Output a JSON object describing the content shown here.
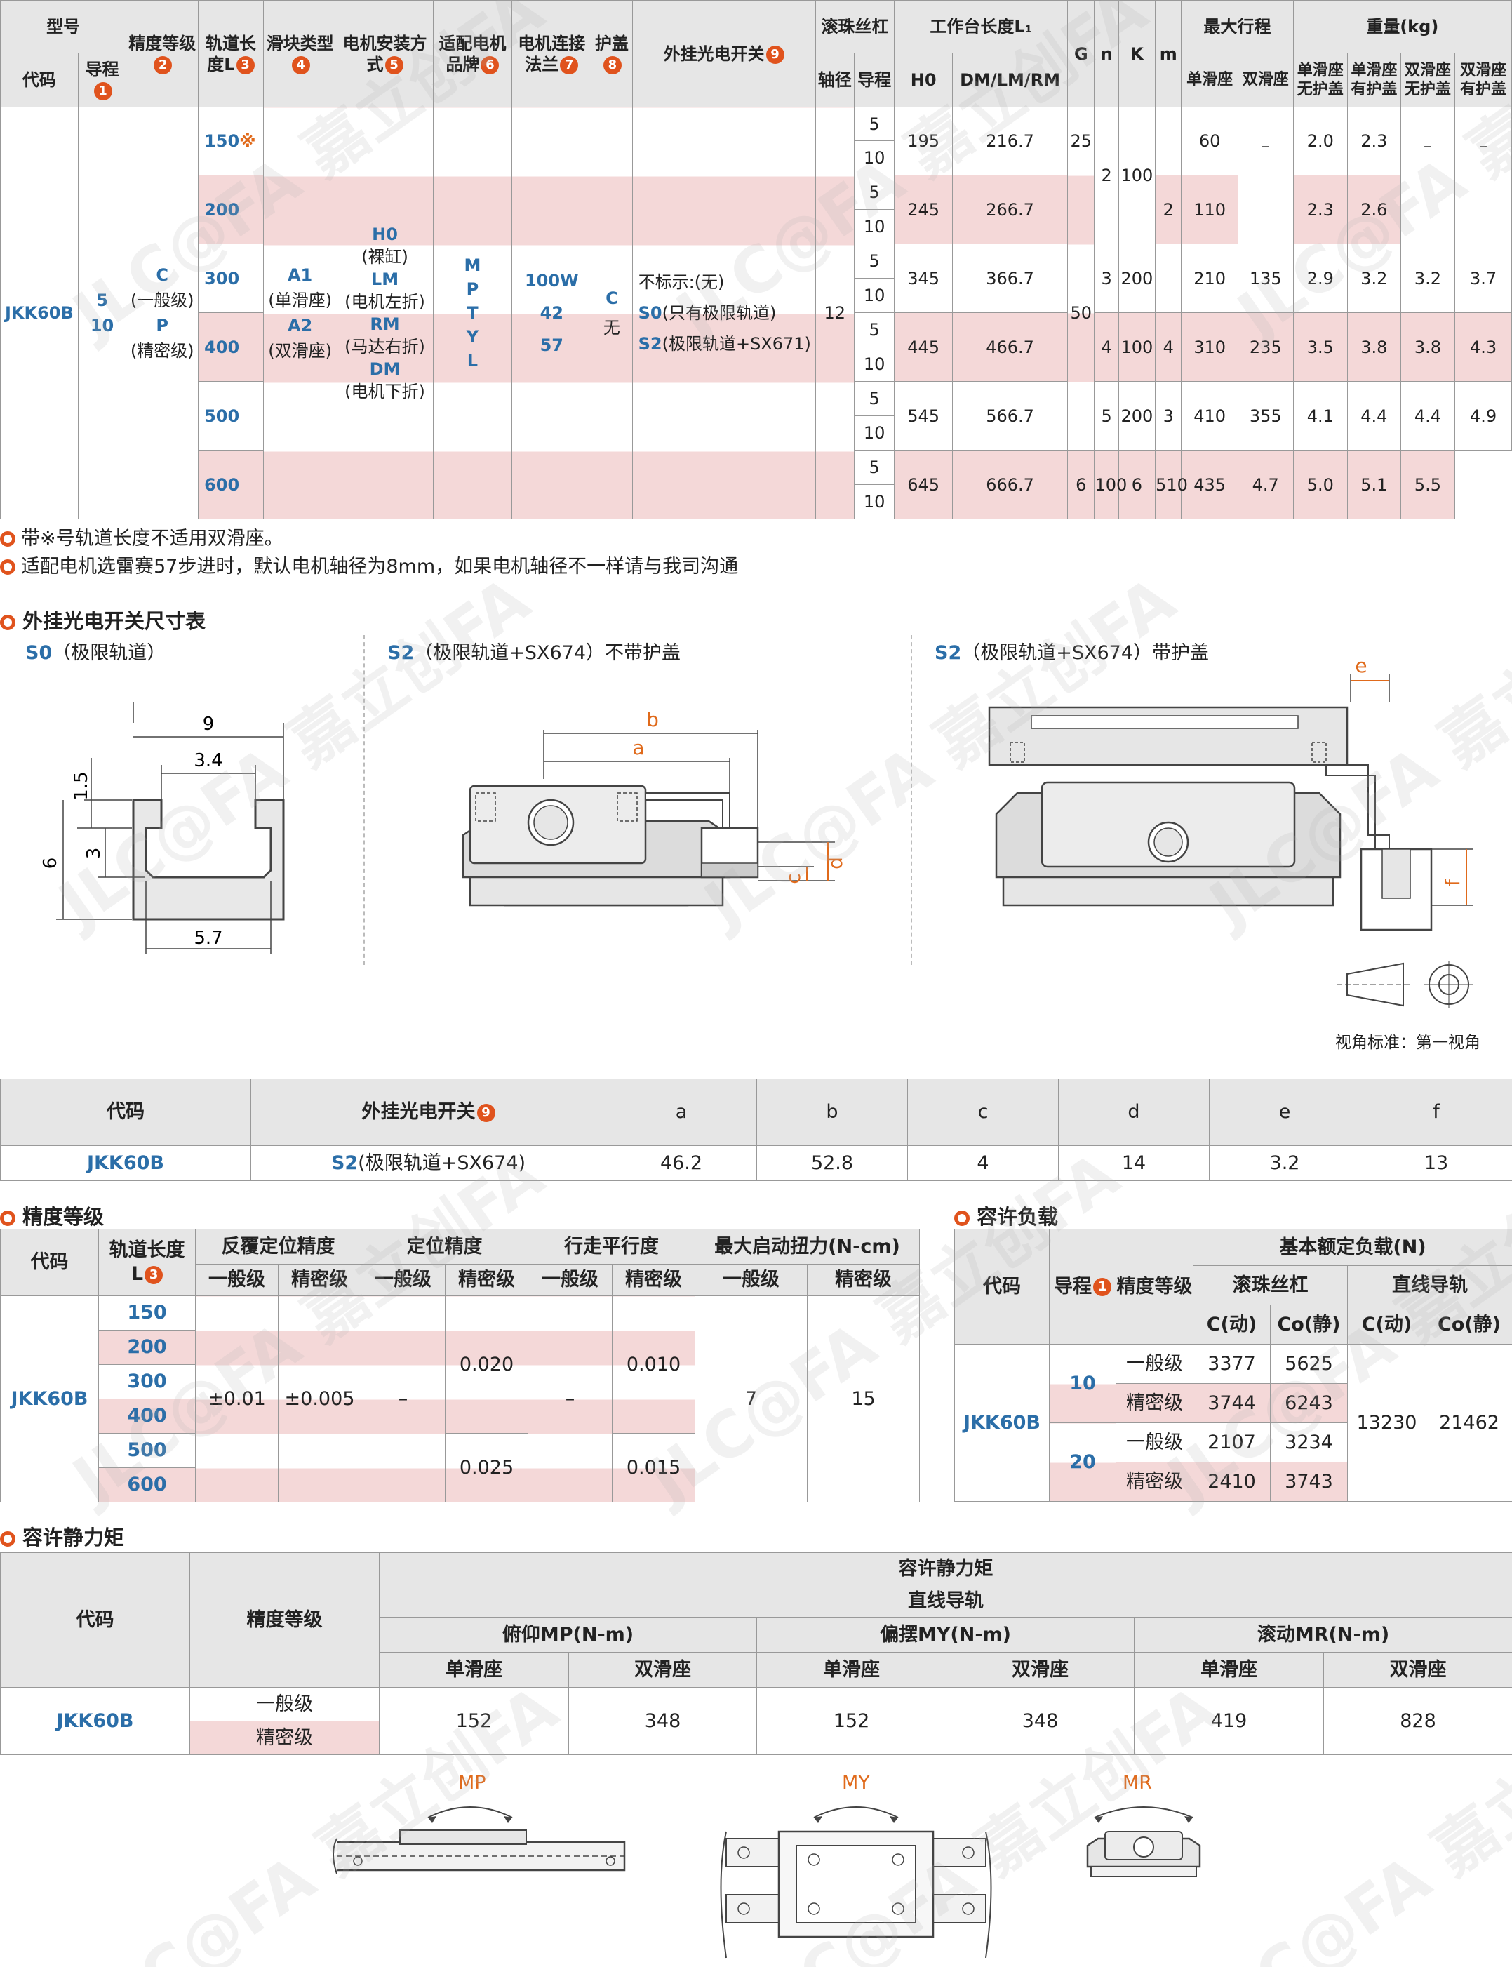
{
  "main_table": {
    "h_model": "型号",
    "h_code": "代码",
    "h_lead": "导程",
    "h_precision": "精度等级",
    "h_rail": "轨道长度L",
    "h_slider": "滑块类型",
    "h_motor_mount": "电机安装方式",
    "h_motor_brand": "适配电机品牌",
    "h_flange": "电机连接法兰",
    "h_cover": "护盖",
    "h_sensor": "外挂光电开关",
    "h_ballscrew": "滚珠丝杠",
    "h_shaft": "轴径",
    "h_lead2": "导程",
    "h_table_len": "工作台长度L₁",
    "h_h0": "H0",
    "h_dm": "DM/LM/RM",
    "h_g": "G",
    "h_n": "n",
    "h_k": "K",
    "h_m": "m",
    "h_stroke": "最大行程",
    "h_single": "单滑座",
    "h_double": "双滑座",
    "h_weight": "重量(kg)",
    "h_w1": "单滑座无护盖",
    "h_w2": "单滑座有护盖",
    "h_w3": "双滑座无护盖",
    "h_w4": "双滑座有护盖",
    "code": "JKK60B",
    "leads": [
      "5",
      "10"
    ],
    "prec_c": "C",
    "prec_c_sub": "(一般级)",
    "prec_p": "P",
    "prec_p_sub": "(精密级)",
    "slider_a1": "A1",
    "slider_a1_sub": "(单滑座)",
    "slider_a2": "A2",
    "slider_a2_sub": "(双滑座)",
    "mount_h0": "H0",
    "mount_h0_sub": "(裸缸)",
    "mount_lm": "LM",
    "mount_lm_sub": "(电机左折)",
    "mount_rm": "RM",
    "mount_rm_sub": "(马达右折)",
    "mount_dm": "DM",
    "mount_dm_sub": "(电机下折)",
    "brands": [
      "M",
      "P",
      "T",
      "Y",
      "L"
    ],
    "flanges": [
      "100W",
      "42",
      "57"
    ],
    "cover_c": "C",
    "cover_none": "无",
    "sensor_none": "不标示:(无)",
    "sensor_s0": "S0",
    "sensor_s0_sub": "(只有极限轨道)",
    "sensor_s2": "S2",
    "sensor_s2_sub": "(极限轨道+SX671)",
    "shaft": "12",
    "g_val1": "25",
    "g_val2": "50",
    "rows": [
      {
        "rail": "150",
        "mark": "※",
        "h0": "195",
        "dm": "216.7",
        "n": "2",
        "k": "100",
        "m": "",
        "s1": "60",
        "s2": "–",
        "w1": "2.0",
        "w2": "2.3",
        "w3": "–",
        "w4": "–"
      },
      {
        "rail": "200",
        "mark": "",
        "h0": "245",
        "dm": "266.7",
        "n": "",
        "k": "",
        "m": "2",
        "s1": "110",
        "s2": "",
        "w1": "2.3",
        "w2": "2.6",
        "w3": "",
        "w4": ""
      },
      {
        "rail": "300",
        "mark": "",
        "h0": "345",
        "dm": "366.7",
        "n": "3",
        "k": "200",
        "m": "",
        "s1": "210",
        "s2": "135",
        "w1": "2.9",
        "w2": "3.2",
        "w3": "3.2",
        "w4": "3.7"
      },
      {
        "rail": "400",
        "mark": "",
        "h0": "445",
        "dm": "466.7",
        "n": "4",
        "k": "100",
        "m": "4",
        "s1": "310",
        "s2": "235",
        "w1": "3.5",
        "w2": "3.8",
        "w3": "3.8",
        "w4": "4.3"
      },
      {
        "rail": "500",
        "mark": "",
        "h0": "545",
        "dm": "566.7",
        "n": "5",
        "k": "200",
        "m": "3",
        "s1": "410",
        "s2": "355",
        "w1": "4.1",
        "w2": "4.4",
        "w3": "4.4",
        "w4": "4.9"
      },
      {
        "rail": "600",
        "mark": "",
        "h0": "645",
        "dm": "666.7",
        "n": "6",
        "k": "100",
        "m": "6",
        "s1": "510",
        "s2": "435",
        "w1": "4.7",
        "w2": "5.0",
        "w3": "5.1",
        "w4": "5.5"
      }
    ]
  },
  "notes": [
    "带※号轨道长度不适用双滑座。",
    "适配电机选雷赛57步进时，默认电机轴径为8mm，如果电机轴径不一样请与我司沟通"
  ],
  "sensor_section": {
    "title": "外挂光电开关尺寸表",
    "s0_code": "S0",
    "s0_label": "（极限轨道）",
    "s2a_code": "S2",
    "s2a_label": "（极限轨道+SX674）不带护盖",
    "s2b_code": "S2",
    "s2b_label": "（极限轨道+SX674）带护盖",
    "dims": {
      "w9": "9",
      "w34": "3.4",
      "h15": "1.5",
      "h6": "6",
      "h3": "3",
      "w57": "5.7"
    },
    "letters": {
      "a": "a",
      "b": "b",
      "c": "c",
      "d": "d",
      "e": "e",
      "f": "f"
    },
    "view_std": "视角标准：第一视角",
    "table": {
      "h_code": "代码",
      "h_sensor": "外挂光电开关",
      "h_cols": [
        "a",
        "b",
        "c",
        "d",
        "e",
        "f"
      ],
      "code": "JKK60B",
      "sensor_code": "S2",
      "sensor_sub": "(极限轨道+SX674)",
      "values": [
        "46.2",
        "52.8",
        "4",
        "14",
        "3.2",
        "13"
      ]
    }
  },
  "precision_section": {
    "title": "精度等级",
    "h_code": "代码",
    "h_rail": "轨道长度",
    "h_rail_l": "L",
    "h_repeat": "反覆定位精度",
    "h_position": "定位精度",
    "h_parallel": "行走平行度",
    "h_torque": "最大启动扭力(N-cm)",
    "general": "一般级",
    "precise": "精密级",
    "code": "JKK60B",
    "rails": [
      "150",
      "200",
      "300",
      "400",
      "500",
      "600"
    ],
    "repeat_general": "±0.01",
    "repeat_precise": "±0.005",
    "dash": "–",
    "pos_p1": "0.020",
    "pos_p2": "0.025",
    "par_p1": "0.010",
    "par_p2": "0.015",
    "torque_general": "7",
    "torque_precise": "15"
  },
  "load_section": {
    "title": "容许负载",
    "h_code": "代码",
    "h_lead": "导程",
    "h_precision": "精度等级",
    "h_basic": "基本额定负载(N)",
    "h_ballscrew": "滚珠丝杠",
    "h_guide": "直线导轨",
    "h_c": "C(动)",
    "h_co": "Co(静)",
    "code": "JKK60B",
    "rows": [
      {
        "lead": "10",
        "grade": "一般级",
        "c": "3377",
        "co": "5625"
      },
      {
        "lead": "",
        "grade": "精密级",
        "c": "3744",
        "co": "6243"
      },
      {
        "lead": "20",
        "grade": "一般级",
        "c": "2107",
        "co": "3234"
      },
      {
        "lead": "",
        "grade": "精密级",
        "c": "2410",
        "co": "3743"
      }
    ],
    "guide_c": "13230",
    "guide_co": "21462"
  },
  "moment_section": {
    "title": "容许静力矩",
    "h_code": "代码",
    "h_precision": "精度等级",
    "h_moment": "容许静力矩",
    "h_guide": "直线导轨",
    "h_mp": "俯仰MP(N-m)",
    "h_my": "偏摆MY(N-m)",
    "h_mr": "滚动MR(N-m)",
    "h_single": "单滑座",
    "h_double": "双滑座",
    "code": "JKK60B",
    "general": "一般级",
    "precise": "精密级",
    "values": [
      "152",
      "348",
      "152",
      "348",
      "419",
      "828"
    ],
    "diagram_labels": [
      "MP",
      "MY",
      "MR"
    ]
  },
  "watermark": "JLC@FA 嘉立创FA"
}
